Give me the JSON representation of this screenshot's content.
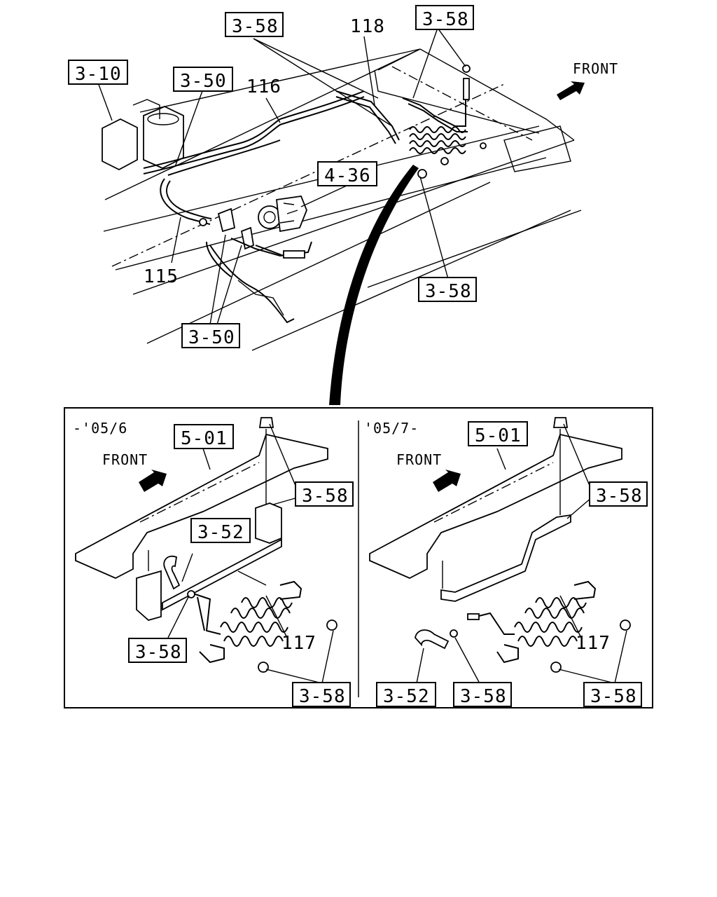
{
  "labels": {
    "ref_3_58_top_left": "3-58",
    "ref_3_58_top_right": "3-58",
    "ref_3_10": "3-10",
    "ref_3_50_top": "3-50",
    "ref_4_36": "4-36",
    "ref_3_58_mid": "3-58",
    "ref_3_50_bottom": "3-50",
    "num_118": "118",
    "num_116": "116",
    "num_115": "115",
    "front_top": "FRONT",
    "left_date": "-'05/6",
    "right_date": "'05/7-",
    "left_front": "FRONT",
    "right_front": "FRONT",
    "left_5_01": "5-01",
    "right_5_01": "5-01",
    "left_3_58_a": "3-58",
    "right_3_58_a": "3-58",
    "left_3_52": "3-52",
    "left_3_58_b": "3-58",
    "left_3_58_c": "3-58",
    "left_117": "117",
    "right_117": "117",
    "right_3_52": "3-52",
    "right_3_58_b": "3-58",
    "right_3_58_c": "3-58"
  }
}
